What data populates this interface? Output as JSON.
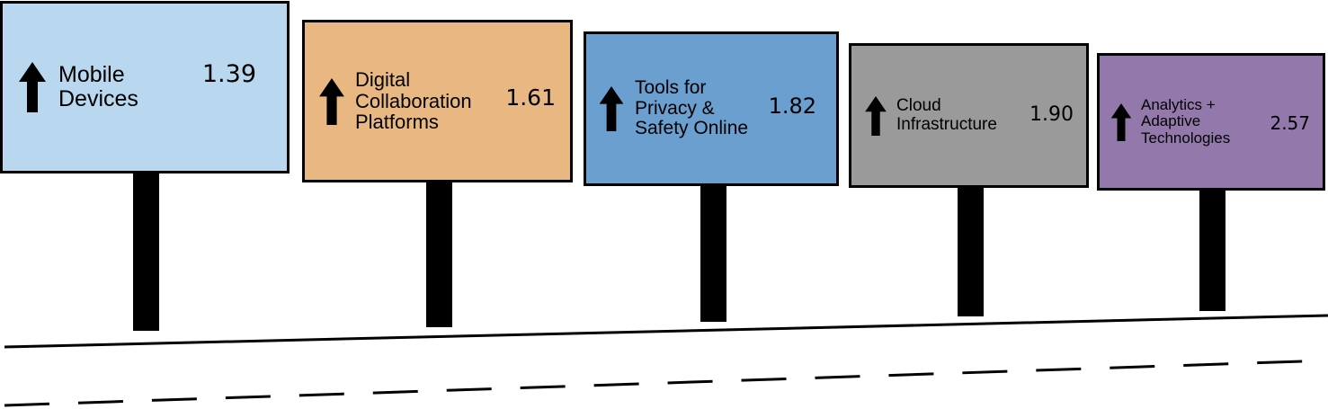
{
  "signs": [
    {
      "lines": [
        "Mobile",
        "Devices"
      ],
      "value": "1.39",
      "color": "#b9d8ef",
      "icon": "up-arrow-icon"
    },
    {
      "lines": [
        "Digital",
        "Collaboration",
        "Platforms"
      ],
      "value": "1.61",
      "color": "#e9b882",
      "icon": "up-arrow-icon"
    },
    {
      "lines": [
        "Tools for",
        "Privacy &",
        "Safety Online"
      ],
      "value": "1.82",
      "color": "#6b9fcf",
      "icon": "up-arrow-icon"
    },
    {
      "lines": [
        "Cloud",
        "Infrastructure"
      ],
      "value": "1.90",
      "color": "#9a9a9a",
      "icon": "up-arrow-icon"
    },
    {
      "lines": [
        "Analytics +",
        "Adaptive",
        "Technologies"
      ],
      "value": "2.57",
      "color": "#9379ab",
      "icon": "up-arrow-icon"
    }
  ]
}
